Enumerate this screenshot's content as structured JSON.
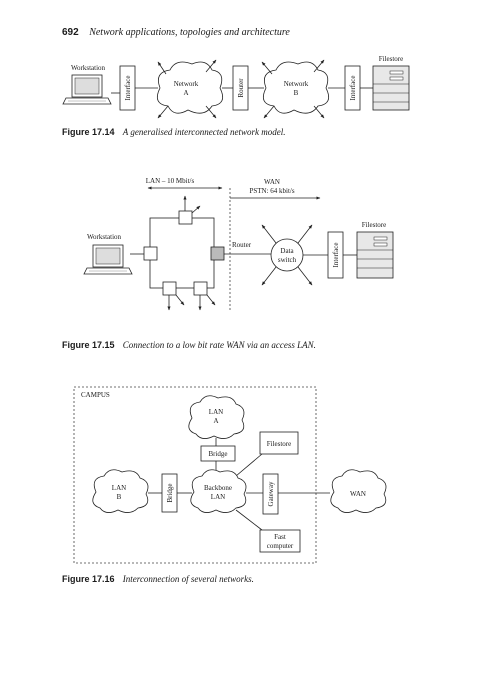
{
  "header": {
    "page_number": "692",
    "title": "Network applications, topologies and architecture"
  },
  "fig14": {
    "caption_number": "Figure 17.14",
    "caption_text": "A generalised interconnected network model.",
    "workstation": "Workstation",
    "interface_left": "Interface",
    "network_a_line1": "Network",
    "network_a_line2": "A",
    "router": "Router",
    "network_b_line1": "Network",
    "network_b_line2": "B",
    "interface_right": "Interface",
    "filestore": "Filestore"
  },
  "fig15": {
    "caption_number": "Figure 17.15",
    "caption_text": "Connection to a low bit rate WAN via an access LAN.",
    "lan_label": "LAN – 10 Mbit/s",
    "wan_line1": "WAN",
    "wan_line2": "PSTN: 64 kbit/s",
    "workstation": "Workstation",
    "router": "Router",
    "data_switch_line1": "Data",
    "data_switch_line2": "switch",
    "interface": "Interface",
    "filestore": "Filestore"
  },
  "fig16": {
    "caption_number": "Figure 17.16",
    "caption_text": "Interconnection of several networks.",
    "campus": "CAMPUS",
    "lan_a_line1": "LAN",
    "lan_a_line2": "A",
    "bridge_top": "Bridge",
    "filestore": "Filestore",
    "lan_b_line1": "LAN",
    "lan_b_line2": "B",
    "bridge_left": "Bridge",
    "backbone_line1": "Backbone",
    "backbone_line2": "LAN",
    "gateway": "Gateway",
    "wan": "WAN",
    "fast_line1": "Fast",
    "fast_line2": "computer"
  }
}
